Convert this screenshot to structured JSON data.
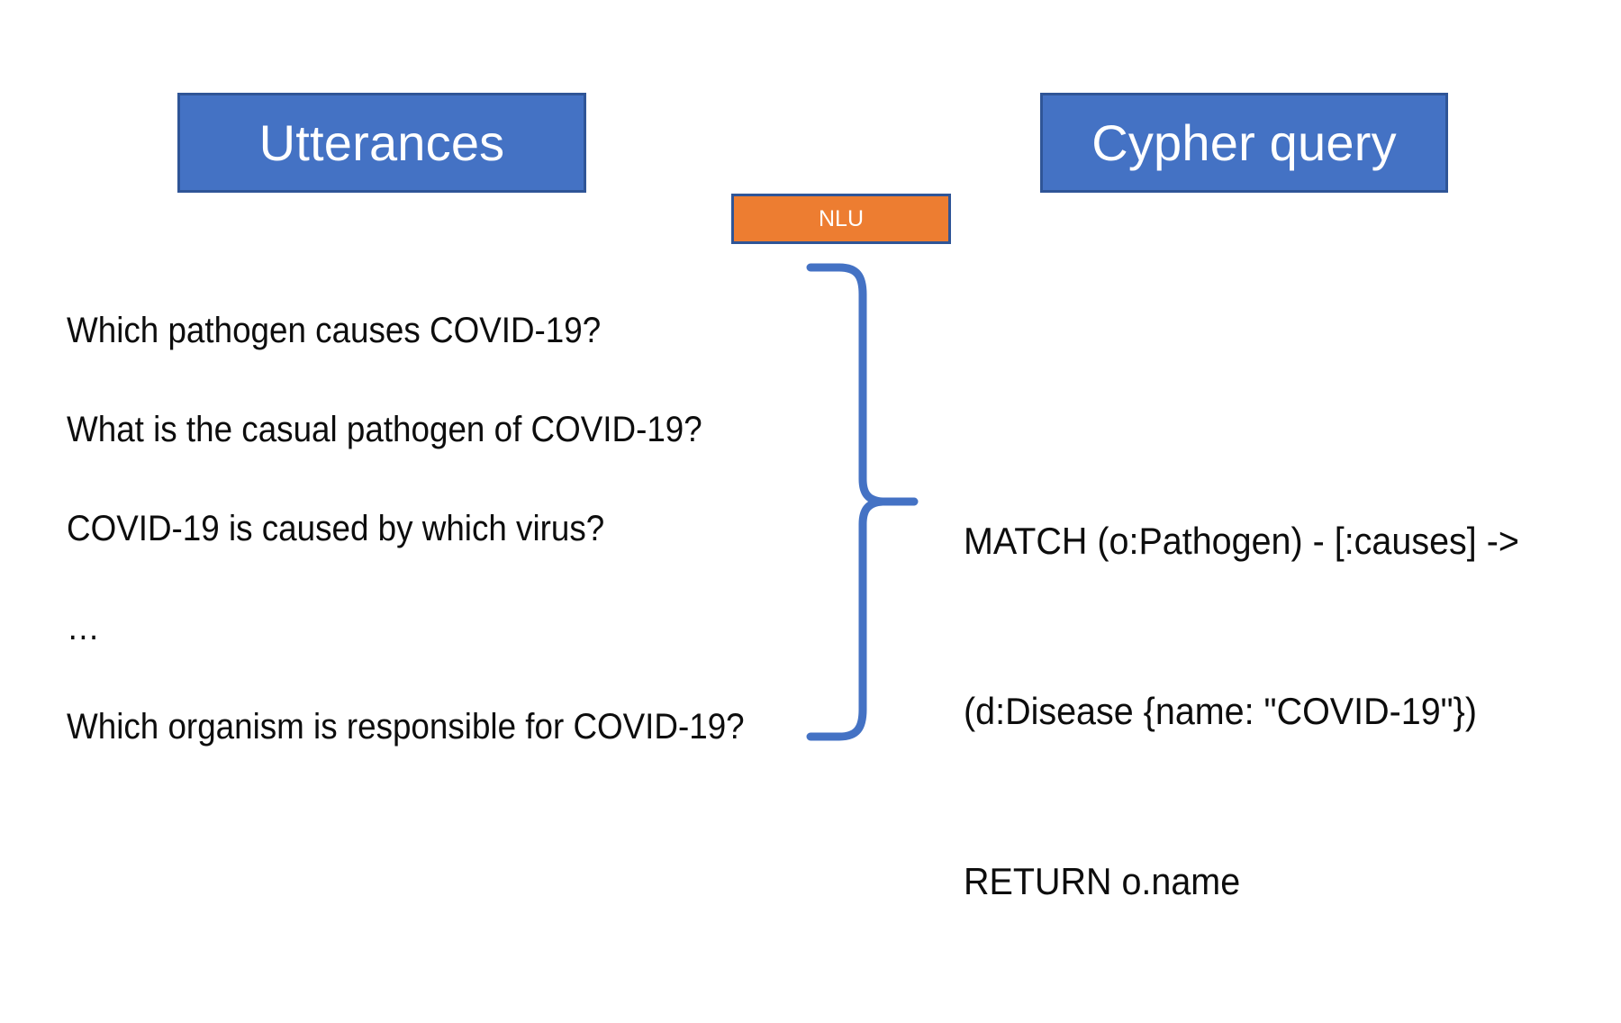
{
  "diagram": {
    "title": "NLU mapping of utterances to a Cypher query",
    "accent_blue": "#4472C4",
    "accent_blue_border": "#2F5597",
    "accent_orange": "#ED7D31",
    "text_color": "#0D0D0D",
    "background": "#FFFFFF"
  },
  "headers": {
    "left_label": "Utterances",
    "right_label": "Cypher query"
  },
  "nlu": {
    "label": "NLU"
  },
  "utterances": [
    {
      "text": "Which pathogen causes COVID-19?"
    },
    {
      "text": "What is the casual pathogen of COVID-19?"
    },
    {
      "text": "COVID-19 is caused by which virus?"
    },
    {
      "text": "…"
    },
    {
      "text": "Which organism is responsible for COVID-19?"
    }
  ],
  "cypher_query": {
    "lines": [
      "MATCH (o:Pathogen) - [:causes] ->",
      "(d:Disease {name: \"COVID-19\"})",
      "RETURN o.name"
    ]
  },
  "connector": {
    "kind": "left-facing-curly-brace",
    "color": "#4472C4"
  }
}
